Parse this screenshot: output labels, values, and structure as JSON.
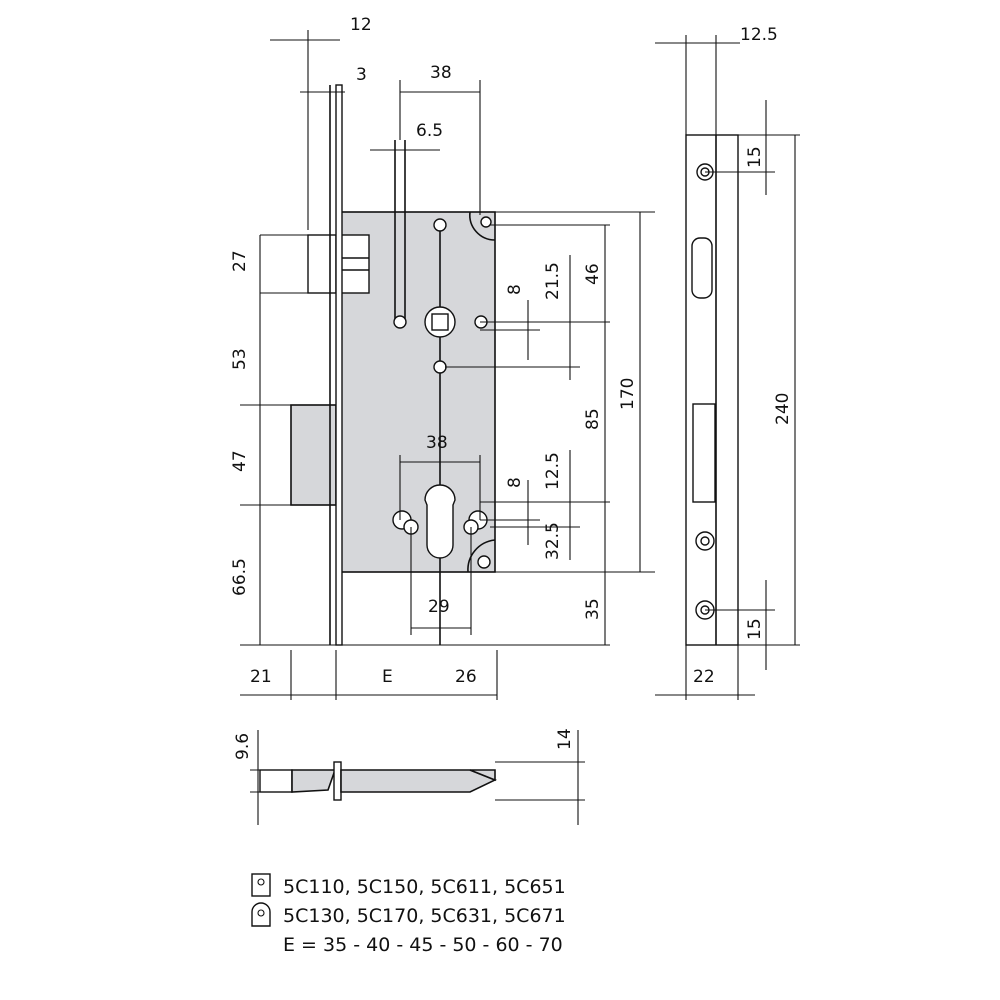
{
  "dims": {
    "d12": "12",
    "d3": "3",
    "d38_top": "38",
    "d6_5": "6.5",
    "d12_5_side": "12.5",
    "d27": "27",
    "d53": "53",
    "d47": "47",
    "d66_5": "66.5",
    "d8_top": "8",
    "d21_5": "21.5",
    "d46": "46",
    "d85": "85",
    "d170": "170",
    "d38_mid": "38",
    "d8_bot": "8",
    "d12_5": "12.5",
    "d32_5": "32.5",
    "d35": "35",
    "d29": "29",
    "d21": "21",
    "dE": "E",
    "d26": "26",
    "d15_top": "15",
    "d240": "240",
    "d15_bot": "15",
    "d22": "22",
    "d9_6": "9.6",
    "d14": "14"
  },
  "legend": {
    "row1": "5C110, 5C150, 5C611, 5C651",
    "row2": "5C130, 5C170, 5C631, 5C671",
    "row3": "E = 35 - 40 - 45 - 50 - 60 - 70"
  }
}
